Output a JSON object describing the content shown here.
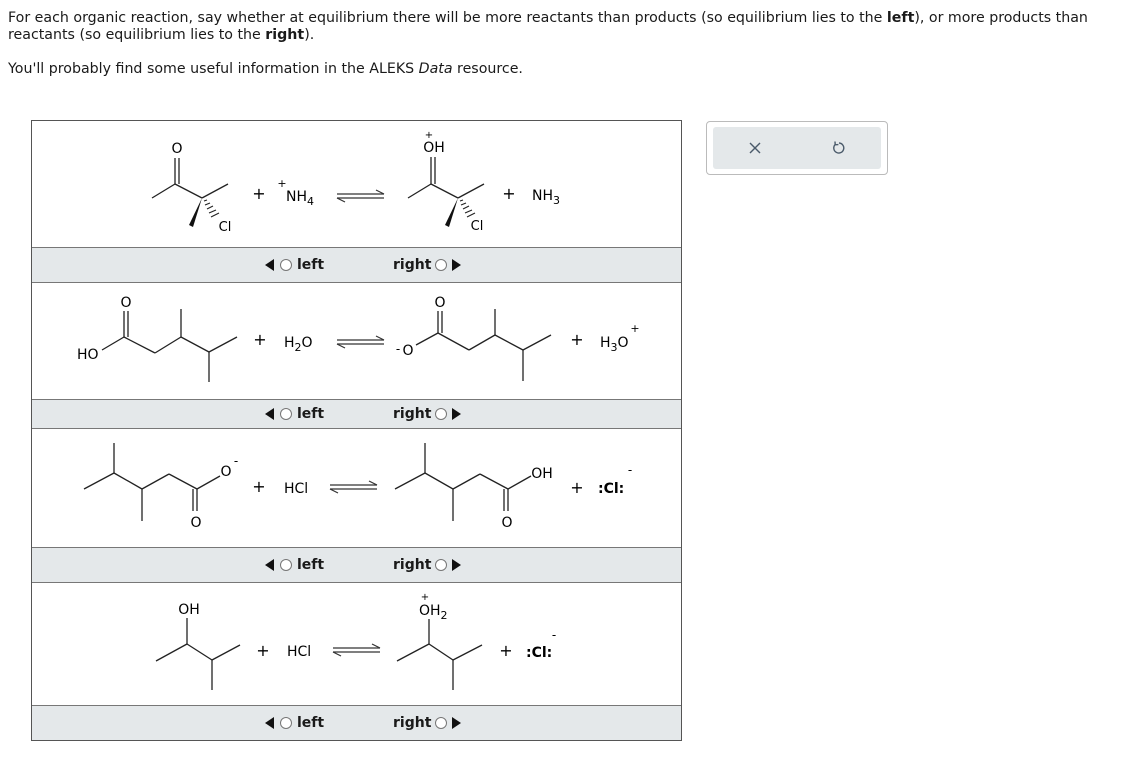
{
  "instructions": {
    "line1_a": "For each organic reaction, say whether at equilibrium there will be more reactants than products (so equilibrium lies to the ",
    "line1_b": "left",
    "line1_c": "), or more products than reactants (so equilibrium lies to the ",
    "line1_d": "right",
    "line1_e": ").",
    "line2_a": "You'll probably find some useful information in the ALEKS ",
    "line2_b": "Data",
    "line2_c": " resource."
  },
  "reactions": [
    {
      "plus1": "+",
      "reagent": "NH",
      "reagent_sub": "4",
      "reagent_charge": "+",
      "plus2": "+",
      "product2": "NH",
      "product2_sub": "3",
      "r_O": "O",
      "r_Cl": "Cl",
      "p_O": "OH",
      "p_O_charge": "+",
      "p_Cl": "Cl",
      "left_label": "left",
      "right_label": "right"
    },
    {
      "plus1": "+",
      "reagent": "H",
      "reagent_sub": "2",
      "reagent_tail": "O",
      "plus2": "+",
      "product2": "H",
      "product2_sub": "3",
      "product2_tail": "O",
      "product2_charge": "+",
      "r_O": "O",
      "r_HO": "HO",
      "p_O": "O",
      "p_Om": "O",
      "p_minus": "-",
      "left_label": "left",
      "right_label": "right"
    },
    {
      "plus1": "+",
      "reagent": "HCl",
      "plus2": "+",
      "product2": ":Cl:",
      "product2_charge": "-",
      "r_O1": "O",
      "r_minus": "-",
      "r_O2": "O",
      "p_OH": "OH",
      "p_O": "O",
      "left_label": "left",
      "right_label": "right"
    },
    {
      "plus1": "+",
      "reagent": "HCl",
      "plus2": "+",
      "product2": ":Cl:",
      "product2_charge": "-",
      "r_OH": "OH",
      "p_OH": "OH",
      "p_OH_sub": "2",
      "p_OH_charge": "+",
      "left_label": "left",
      "right_label": "right"
    }
  ],
  "tools": {
    "clear_icon": "x-icon",
    "undo_icon": "undo-icon"
  }
}
